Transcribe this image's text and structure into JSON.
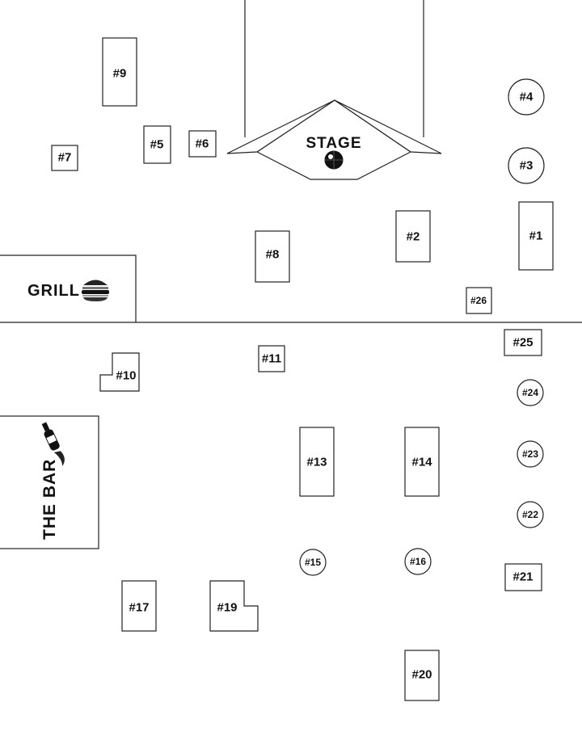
{
  "venue": {
    "stage_label": "STAGE",
    "grill_label": "GRILL",
    "bar_label": "THE BAR"
  },
  "icons": {
    "stage": "disco-ball-icon",
    "grill": "burger-icon",
    "bar": "beer-bottle-icon"
  },
  "tables": [
    {
      "id": "t1",
      "label": "#1",
      "shape": "rect"
    },
    {
      "id": "t2",
      "label": "#2",
      "shape": "rect"
    },
    {
      "id": "t3",
      "label": "#3",
      "shape": "circle"
    },
    {
      "id": "t4",
      "label": "#4",
      "shape": "circle"
    },
    {
      "id": "t5",
      "label": "#5",
      "shape": "rect"
    },
    {
      "id": "t6",
      "label": "#6",
      "shape": "rect"
    },
    {
      "id": "t7",
      "label": "#7",
      "shape": "rect"
    },
    {
      "id": "t8",
      "label": "#8",
      "shape": "rect"
    },
    {
      "id": "t9",
      "label": "#9",
      "shape": "rect"
    },
    {
      "id": "t10",
      "label": "#10",
      "shape": "notched"
    },
    {
      "id": "t11",
      "label": "#11",
      "shape": "rect"
    },
    {
      "id": "t13",
      "label": "#13",
      "shape": "rect"
    },
    {
      "id": "t14",
      "label": "#14",
      "shape": "rect"
    },
    {
      "id": "t15",
      "label": "#15",
      "shape": "circle"
    },
    {
      "id": "t16",
      "label": "#16",
      "shape": "circle"
    },
    {
      "id": "t17",
      "label": "#17",
      "shape": "rect"
    },
    {
      "id": "t19",
      "label": "#19",
      "shape": "notched"
    },
    {
      "id": "t20",
      "label": "#20",
      "shape": "rect"
    },
    {
      "id": "t21",
      "label": "#21",
      "shape": "rect"
    },
    {
      "id": "t22",
      "label": "#22",
      "shape": "circle"
    },
    {
      "id": "t23",
      "label": "#23",
      "shape": "circle"
    },
    {
      "id": "t24",
      "label": "#24",
      "shape": "circle"
    },
    {
      "id": "t25",
      "label": "#25",
      "shape": "rect"
    },
    {
      "id": "t26",
      "label": "#26",
      "shape": "rect"
    }
  ]
}
